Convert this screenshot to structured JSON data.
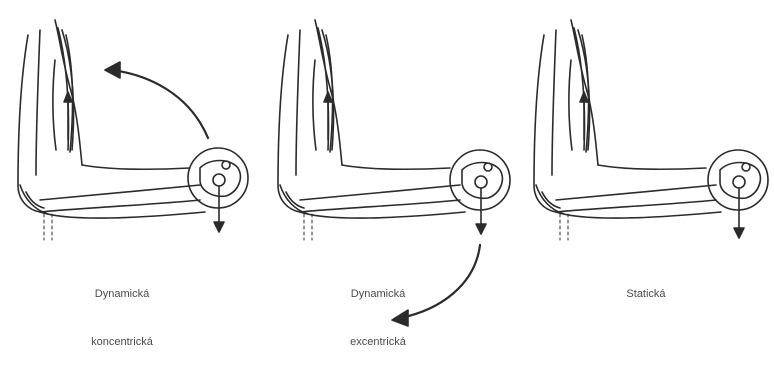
{
  "panels": [
    {
      "id": "concentric",
      "caption_line1": "Dynamická",
      "caption_line2": "koncentrická",
      "motion": "arrow-up-left"
    },
    {
      "id": "eccentric",
      "caption_line1": "Dynamická",
      "caption_line2": "excentrická",
      "motion": "arrow-down-left"
    },
    {
      "id": "static",
      "caption_line1": "Statická",
      "caption_line2": "",
      "motion": "none"
    }
  ],
  "colors": {
    "line": "#2b2b2b",
    "shade": "#7a7a7a",
    "text": "#4a4a4a"
  }
}
